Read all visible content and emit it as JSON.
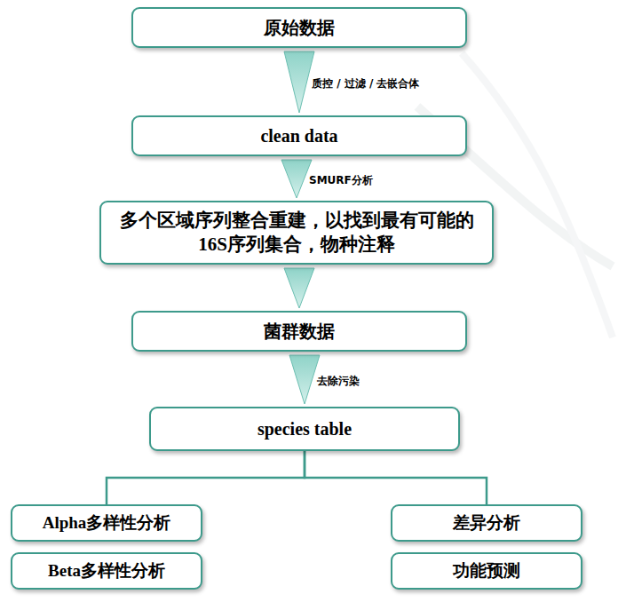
{
  "diagram": {
    "nodes": [
      {
        "text": [
          "原始数据"
        ]
      },
      {
        "text": [
          "clean data"
        ]
      },
      {
        "text": [
          "多个区域序列整合重建，以找到最有可能的16S序列集合，物种注释"
        ]
      },
      {
        "text": [
          "菌群数据"
        ]
      },
      {
        "text": [
          "species table"
        ]
      },
      {
        "text": [
          "Alpha多样性分析"
        ]
      },
      {
        "text": [
          "Beta多样性分析"
        ]
      },
      {
        "text": [
          "差异分析"
        ]
      },
      {
        "text": [
          "功能预测"
        ]
      }
    ],
    "edges": [
      {
        "from": 0,
        "to": 1,
        "arrow": "to",
        "label": "质控 / 过滤 / 去嵌合体"
      },
      {
        "from": 1,
        "to": 2,
        "arrow": "to",
        "label": "SMURF分析"
      },
      {
        "from": 2,
        "to": 3,
        "arrow": "to"
      },
      {
        "from": 3,
        "to": 4,
        "arrow": "to",
        "label": "去除污染"
      },
      {
        "from": 4,
        "to": 5,
        "arrow": "none"
      },
      {
        "from": 4,
        "to": 7,
        "arrow": "none"
      }
    ]
  }
}
